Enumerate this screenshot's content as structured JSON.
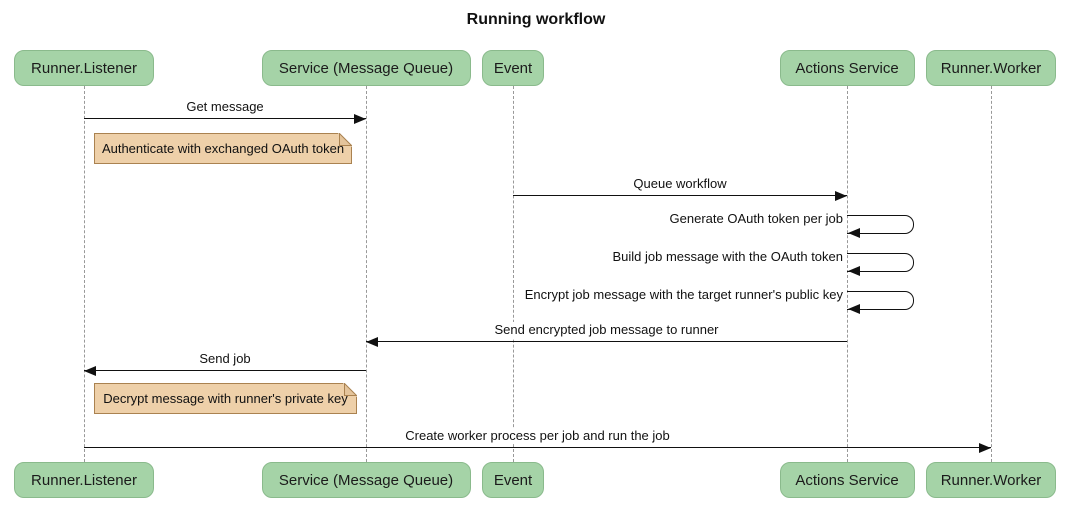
{
  "title": "Running workflow",
  "colors": {
    "background": "#ffffff",
    "text": "#111111",
    "line": "#111111",
    "lifeline": "#999999",
    "actor_fill": "#a5d3a7",
    "actor_border": "#8aba8c",
    "note_fill": "#eed0a9",
    "note_fold": "#e4c49b",
    "note_border": "#aa8250"
  },
  "diagram": {
    "type": "sequence",
    "participants": [
      {
        "label": "Runner.Listener"
      },
      {
        "label": "Service (Message Queue)"
      },
      {
        "label": "Event"
      },
      {
        "label": "Actions Service"
      },
      {
        "label": "Runner.Worker"
      }
    ],
    "events": [
      {
        "type": "message",
        "from": 0,
        "to": 1,
        "label": "Get message"
      },
      {
        "type": "note",
        "over": 0,
        "label": "Authenticate with exchanged OAuth token"
      },
      {
        "type": "message",
        "from": 2,
        "to": 3,
        "label": "Queue workflow"
      },
      {
        "type": "self",
        "on": 3,
        "label": "Generate OAuth token per job"
      },
      {
        "type": "self",
        "on": 3,
        "label": "Build job message with the OAuth token"
      },
      {
        "type": "self",
        "on": 3,
        "label": "Encrypt job message with the target runner's public key"
      },
      {
        "type": "message",
        "from": 3,
        "to": 1,
        "label": "Send encrypted job message to runner"
      },
      {
        "type": "message",
        "from": 1,
        "to": 0,
        "label": "Send job"
      },
      {
        "type": "note",
        "over": 0,
        "label": "Decrypt message with runner's private key"
      },
      {
        "type": "message",
        "from": 0,
        "to": 4,
        "label": "Create worker process per job and run the job"
      }
    ]
  }
}
